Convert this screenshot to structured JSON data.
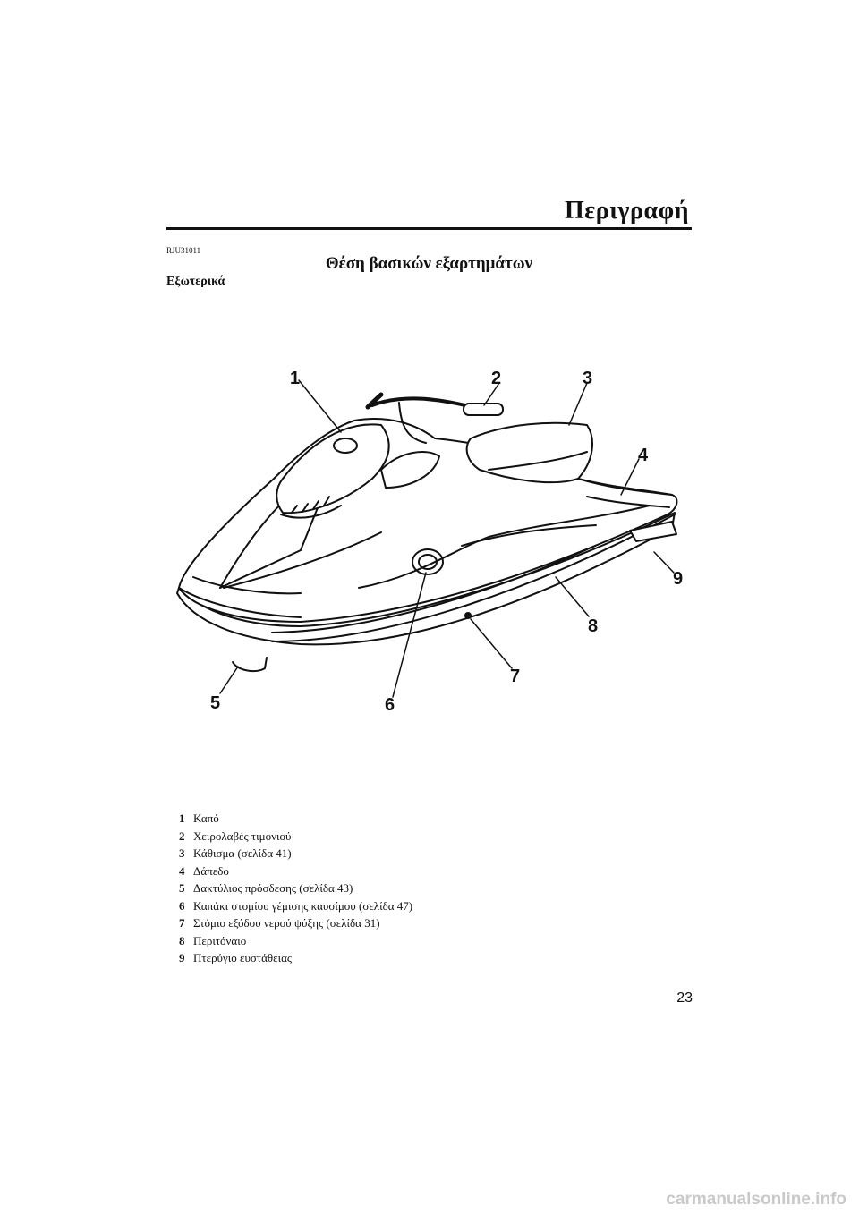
{
  "header": {
    "title": "Περιγραφή"
  },
  "doc_code": "RJU31011",
  "section_title": "Θέση βασικών εξαρτημάτων",
  "subsection_title": "Εξωτερικά",
  "figure": {
    "callouts": [
      "1",
      "2",
      "3",
      "4",
      "5",
      "6",
      "7",
      "8",
      "9"
    ]
  },
  "legend": [
    {
      "num": "1",
      "text": "Καπό"
    },
    {
      "num": "2",
      "text": "Χειρολαβές τιμονιού"
    },
    {
      "num": "3",
      "text": "Κάθισμα (σελίδα 41)"
    },
    {
      "num": "4",
      "text": "Δάπεδο"
    },
    {
      "num": "5",
      "text": "Δακτύλιος πρόσδεσης (σελίδα 43)"
    },
    {
      "num": "6",
      "text": "Καπάκι στομίου γέμισης καυσίμου (σελίδα 47)"
    },
    {
      "num": "7",
      "text": "Στόμιο εξόδου νερού ψύξης (σελίδα 31)"
    },
    {
      "num": "8",
      "text": "Περιτόναιο"
    },
    {
      "num": "9",
      "text": "Πτερύγιο ευστάθειας"
    }
  ],
  "page_number": "23",
  "watermark": "carmanualsonline.info"
}
